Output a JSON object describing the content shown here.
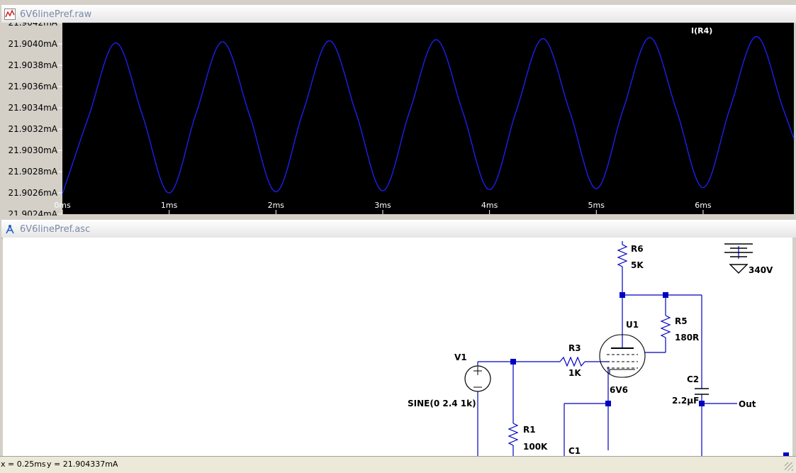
{
  "plot_window": {
    "title": "6V6linePref.raw",
    "trace_label": "I(R4)",
    "trace_color": "#2020ff",
    "label_color": "#22dd22",
    "background": "#000000"
  },
  "schematic_window": {
    "title": "6V6linePref.asc",
    "wire_color": "#0000c0",
    "components": {
      "r6": {
        "ref": "R6",
        "value": "5K"
      },
      "r5": {
        "ref": "R5",
        "value": "180R"
      },
      "r3": {
        "ref": "R3",
        "value": "1K"
      },
      "r1": {
        "ref": "R1",
        "value": "100K"
      },
      "u1": {
        "ref": "U1",
        "value": "6V6"
      },
      "v1": {
        "ref": "V1",
        "value": "SINE(0 2.4 1k)"
      },
      "c2": {
        "ref": "C2",
        "value": "2.2µF"
      },
      "c1": {
        "ref": "C1"
      },
      "supply": {
        "value": "340V"
      },
      "out": {
        "label": "Out"
      }
    }
  },
  "status": {
    "x_readout": "x = 0.25ms",
    "y_readout": "y = 21.904337mA"
  },
  "chart_data": {
    "type": "line",
    "title": "",
    "xlabel": "",
    "ylabel": "",
    "x_ticks": [
      "0ms",
      "1ms",
      "2ms",
      "3ms",
      "4ms",
      "5ms",
      "6ms"
    ],
    "x_tick_values": [
      0,
      1,
      2,
      3,
      4,
      5,
      6
    ],
    "y_ticks": [
      "21.9024mA",
      "21.9026mA",
      "21.9028mA",
      "21.9030mA",
      "21.9032mA",
      "21.9034mA",
      "21.9036mA",
      "21.9038mA",
      "21.9040mA",
      "21.9042mA"
    ],
    "y_tick_values": [
      21.9024,
      21.9026,
      21.9028,
      21.903,
      21.9032,
      21.9034,
      21.9036,
      21.9038,
      21.904,
      21.9042
    ],
    "xlim": [
      0,
      6.85
    ],
    "ylim": [
      21.9024,
      21.9042
    ],
    "x_unit": "ms",
    "y_unit": "mA",
    "legend": "top-right",
    "grid": false,
    "series": [
      {
        "name": "I(R4)",
        "color": "#2020ff",
        "x": [
          0,
          0.25,
          0.5,
          0.75,
          1.0,
          1.25,
          1.5,
          1.75,
          2.0,
          2.25,
          2.5,
          2.75,
          3.0,
          3.25,
          3.5,
          3.75,
          4.0,
          4.25,
          4.5,
          4.75,
          5.0,
          5.25,
          5.5,
          5.75,
          6.0,
          6.25,
          6.5,
          6.75,
          6.85
        ],
        "values": [
          21.90259,
          21.90333,
          21.90401,
          21.90333,
          21.9026,
          21.90334,
          21.90402,
          21.90334,
          21.90261,
          21.90335,
          21.90403,
          21.90335,
          21.90262,
          21.90336,
          21.90404,
          21.90336,
          21.90263,
          21.90337,
          21.90405,
          21.90337,
          21.90264,
          21.90338,
          21.90406,
          21.90338,
          21.90265,
          21.90339,
          21.90407,
          21.90339,
          21.90311
        ]
      }
    ]
  }
}
